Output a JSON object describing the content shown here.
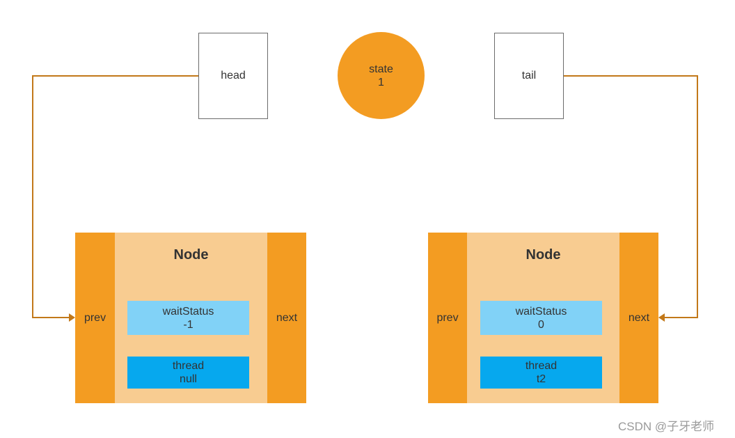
{
  "colors": {
    "orange": "#f39c22",
    "node_body": "#f8cc91",
    "wait_status_fill": "#81d2f7",
    "thread_fill": "#06a8ee",
    "arrow": "#c27819"
  },
  "head": {
    "label": "head"
  },
  "state": {
    "label": "state",
    "value": "1"
  },
  "tail": {
    "label": "tail"
  },
  "nodes": [
    {
      "title": "Node",
      "prev": "prev",
      "next": "next",
      "wait_label": "waitStatus",
      "wait_value": "-1",
      "thread_label": "thread",
      "thread_value": "null"
    },
    {
      "title": "Node",
      "prev": "prev",
      "next": "next",
      "wait_label": "waitStatus",
      "wait_value": "0",
      "thread_label": "thread",
      "thread_value": "t2"
    }
  ],
  "watermark": "CSDN @子牙老师"
}
